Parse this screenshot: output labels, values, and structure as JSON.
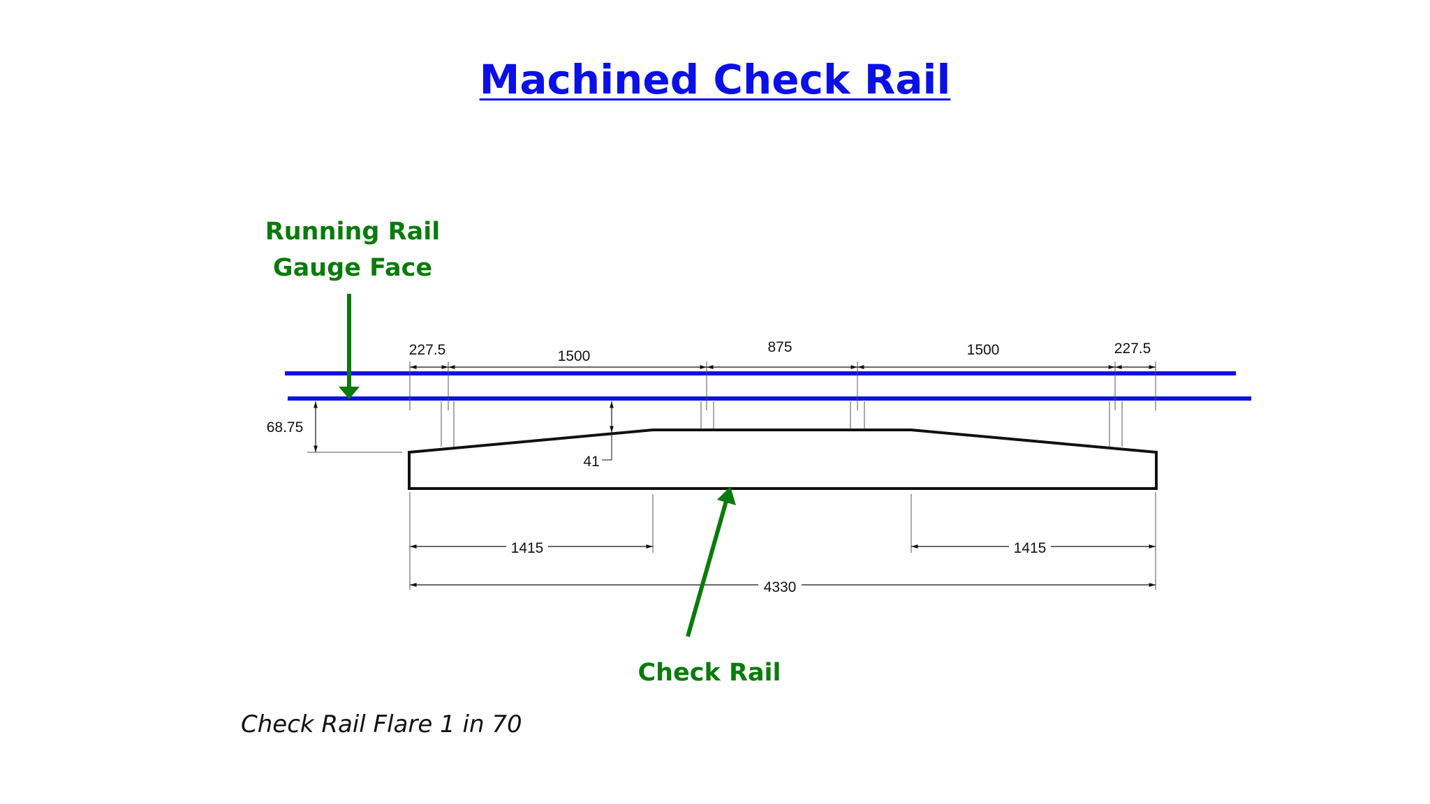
{
  "title": "Machined Check Rail",
  "labels": {
    "running_rail_line1": "Running Rail",
    "running_rail_line2": "Gauge Face",
    "check_rail": "Check Rail"
  },
  "note": "Check Rail Flare 1 in 70",
  "dimensions": {
    "top": [
      "227.5",
      "1500",
      "875",
      "1500",
      "227.5"
    ],
    "offset": "68.75",
    "flare_depth": "41",
    "left_taper": "1415",
    "right_taper": "1415",
    "overall_length": "4330"
  },
  "colors": {
    "title": "#0a10e6",
    "rail_lines": "#1010e0",
    "callouts": "#0b7a0b",
    "drawing": "#111111"
  }
}
